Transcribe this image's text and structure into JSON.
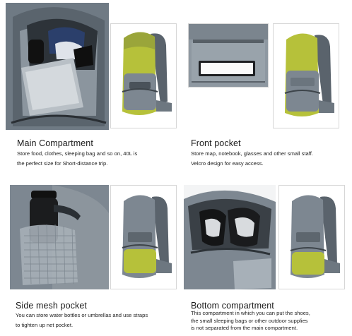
{
  "sections": [
    {
      "title": "Main Compartment",
      "lines": [
        "Store food, clothes, sleeping bag and so on, 40L is",
        "the perfect size for Short-distance trip."
      ]
    },
    {
      "title": "Front pocket",
      "lines": [
        "Store map, notebook, glasses and other small staff.",
        "Velcro design for easy access."
      ]
    },
    {
      "title": "Side mesh pocket",
      "lines": [
        "You can store water bottles or umbrellas and use straps",
        "to tighten up net pocket."
      ]
    },
    {
      "title": "Bottom compartment",
      "lines": [
        "This compartment in which you can put the shoes,",
        "the small sleeping bags or other outdoor supplies",
        "is not separated from the main compartment."
      ]
    }
  ],
  "colors": {
    "backpack_gray": "#7d8791",
    "backpack_dark": "#4a525a",
    "accent_green": "#b8c23a",
    "mesh": "#9aa3ab"
  }
}
